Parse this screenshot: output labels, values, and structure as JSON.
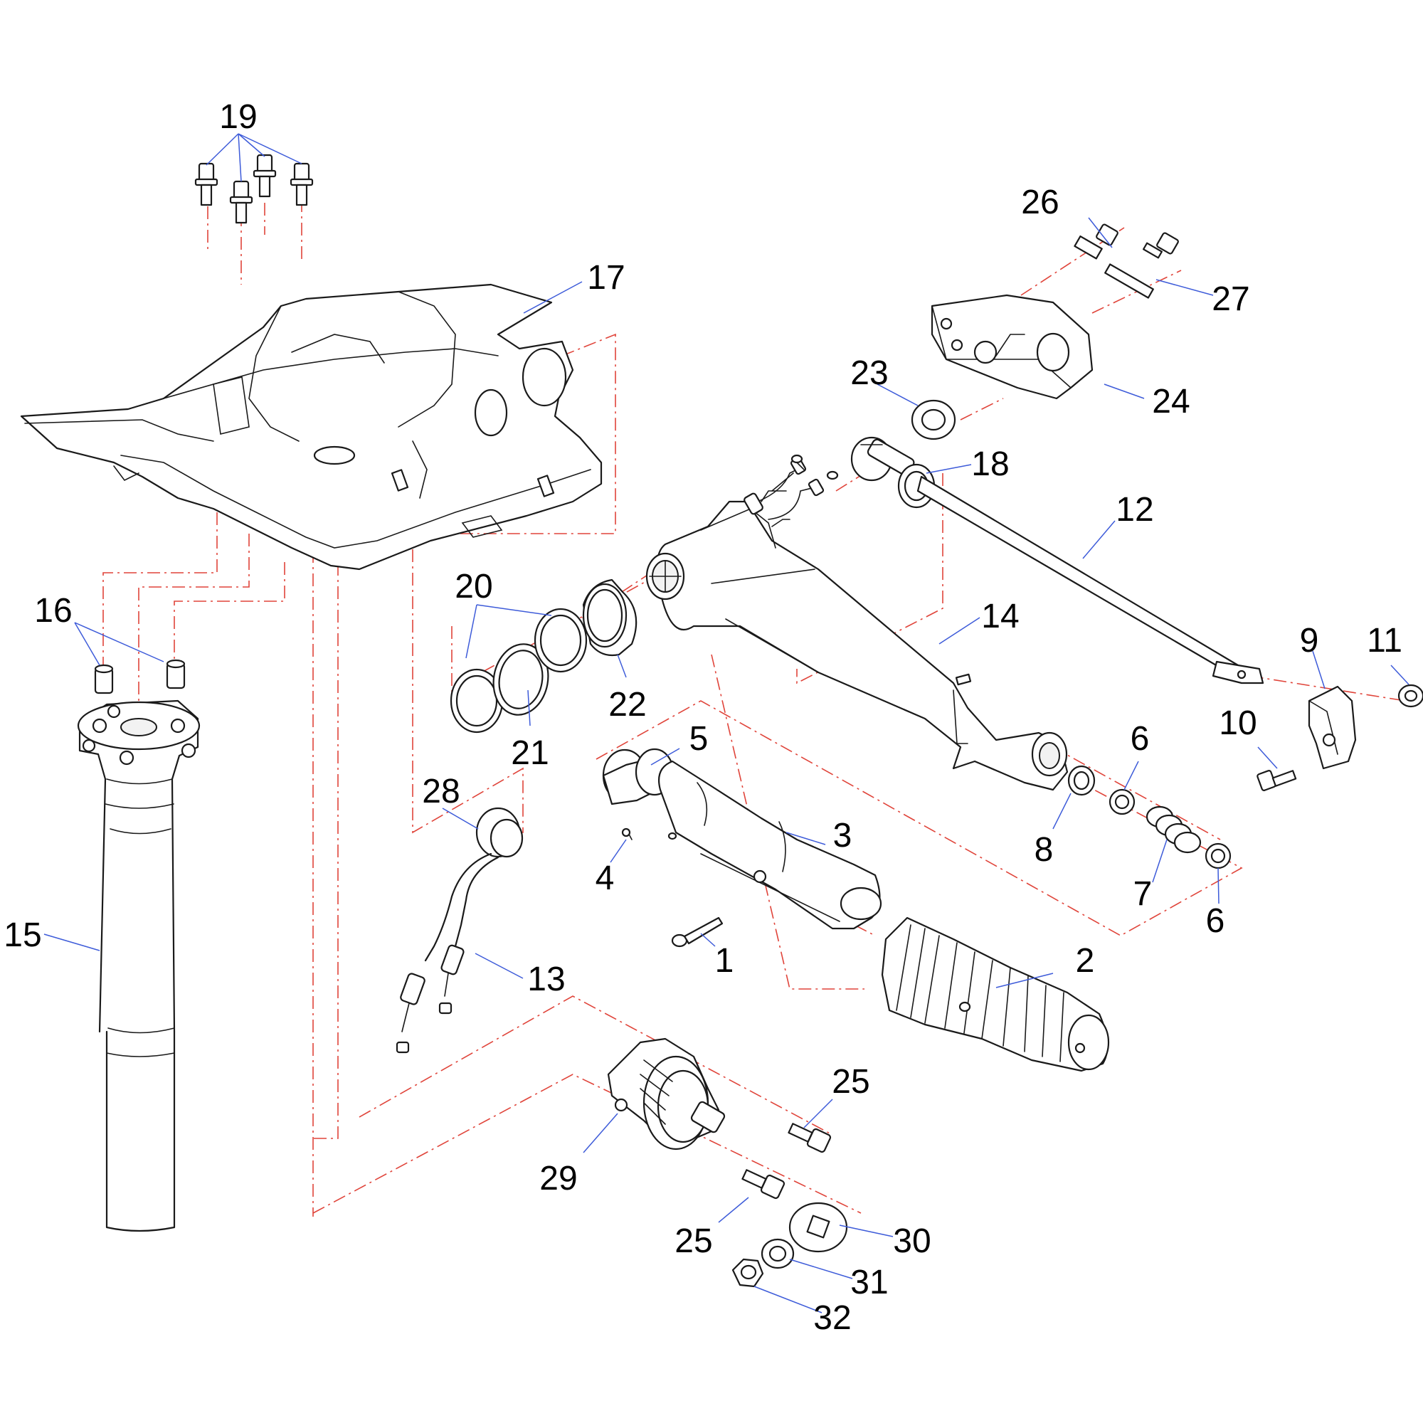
{
  "callouts": {
    "c1": "1",
    "c2": "2",
    "c3": "3",
    "c4": "4",
    "c5": "5",
    "c6a": "6",
    "c6b": "6",
    "c7": "7",
    "c8": "8",
    "c9": "9",
    "c10": "10",
    "c11": "11",
    "c12": "12",
    "c13": "13",
    "c14": "14",
    "c15": "15",
    "c16": "16",
    "c17": "17",
    "c18": "18",
    "c19": "19",
    "c20": "20",
    "c21": "21",
    "c22": "22",
    "c23": "23",
    "c24": "24",
    "c25a": "25",
    "c25b": "25",
    "c26": "26",
    "c27": "27",
    "c28": "28",
    "c29": "29",
    "c30": "30",
    "c31": "31",
    "c32": "32"
  },
  "colors": {
    "part_outline": "#1a1a1a",
    "assembly_axis": "#e0443a",
    "leader_line": "#3d5bd9",
    "background": "#ffffff"
  }
}
